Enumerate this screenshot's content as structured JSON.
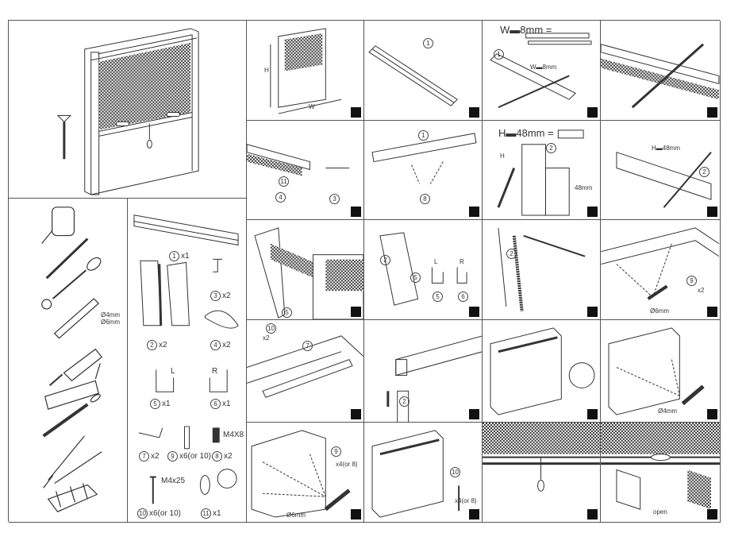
{
  "document": {
    "title": "Roller insect screen window – assembly instructions",
    "hero": {
      "caption": ""
    },
    "tools": {
      "items": [
        "tape-measure",
        "pencil",
        "phillips-screwdriver",
        "utility-knife",
        "electric-drill",
        "hacksaw",
        "file",
        "pliers",
        "miter-box"
      ],
      "drill_bits": [
        "Ø4mm",
        "Ø6mm"
      ]
    },
    "parts": [
      {
        "num": "1",
        "qty": "x1",
        "name": "cassette-head-rail"
      },
      {
        "num": "2",
        "qty": "x2",
        "name": "side-guide-rail"
      },
      {
        "num": "3",
        "qty": "x2",
        "name": "end-cap-pin"
      },
      {
        "num": "4",
        "qty": "x2",
        "name": "handle"
      },
      {
        "num": "5",
        "qty": "x1",
        "name": "bracket",
        "side": "L"
      },
      {
        "num": "6",
        "qty": "x1",
        "name": "bracket",
        "side": "R"
      },
      {
        "num": "7",
        "qty": "x2",
        "name": "mounting-clip"
      },
      {
        "num": "9",
        "qty": "x6(or 10)",
        "name": "wall-plug"
      },
      {
        "num": "8",
        "qty": "x2",
        "name": "screw",
        "spec": "M4X8"
      },
      {
        "num": "10",
        "qty": "x6(or 10)",
        "name": "screw",
        "spec": "M4x25"
      },
      {
        "num": "11",
        "qty": "x1",
        "name": "pull-cord"
      }
    ],
    "steps": [
      {
        "id": 1,
        "labels": {
          "h": "H",
          "w": "W"
        }
      },
      {
        "id": 2,
        "labels": {
          "part": "1"
        }
      },
      {
        "id": 3,
        "labels": {
          "formula": "W▬8mm =",
          "dim": "W▬8mm",
          "part": "1"
        }
      },
      {
        "id": 4,
        "labels": {}
      },
      {
        "id": 5,
        "labels": {
          "a": "11",
          "b": "4",
          "c": "3"
        }
      },
      {
        "id": 6,
        "labels": {
          "a": "1",
          "b": "8"
        }
      },
      {
        "id": 7,
        "labels": {
          "formula": "H▬48mm =",
          "h": "H",
          "part": "2",
          "dim": "48mm"
        }
      },
      {
        "id": 8,
        "labels": {
          "dim": "H▬48mm",
          "part": "2"
        }
      },
      {
        "id": 9,
        "labels": {
          "part": "5"
        }
      },
      {
        "id": 10,
        "labels": {
          "a": "2",
          "b": "5",
          "l": "L",
          "r": "R",
          "c": "5",
          "d": "6"
        }
      },
      {
        "id": 11,
        "labels": {
          "part": "2"
        }
      },
      {
        "id": 12,
        "labels": {
          "part": "9",
          "qty": "x2",
          "drill": "Ø6mm"
        }
      },
      {
        "id": 13,
        "labels": {
          "part": "10",
          "qty": "x2",
          "clip": "7"
        }
      },
      {
        "id": 14,
        "labels": {
          "part": "2"
        }
      },
      {
        "id": 15,
        "labels": {}
      },
      {
        "id": 16,
        "labels": {
          "drill": "Ø4mm"
        }
      },
      {
        "id": 17,
        "labels": {
          "part": "9",
          "qty": "x4(or 8)",
          "drill": "Ø6mm"
        }
      },
      {
        "id": 18,
        "labels": {
          "part": "10",
          "qty": "x4(or 8)"
        }
      },
      {
        "id": 19,
        "labels": {}
      },
      {
        "id": 20,
        "labels": {
          "open": "open"
        }
      }
    ]
  }
}
